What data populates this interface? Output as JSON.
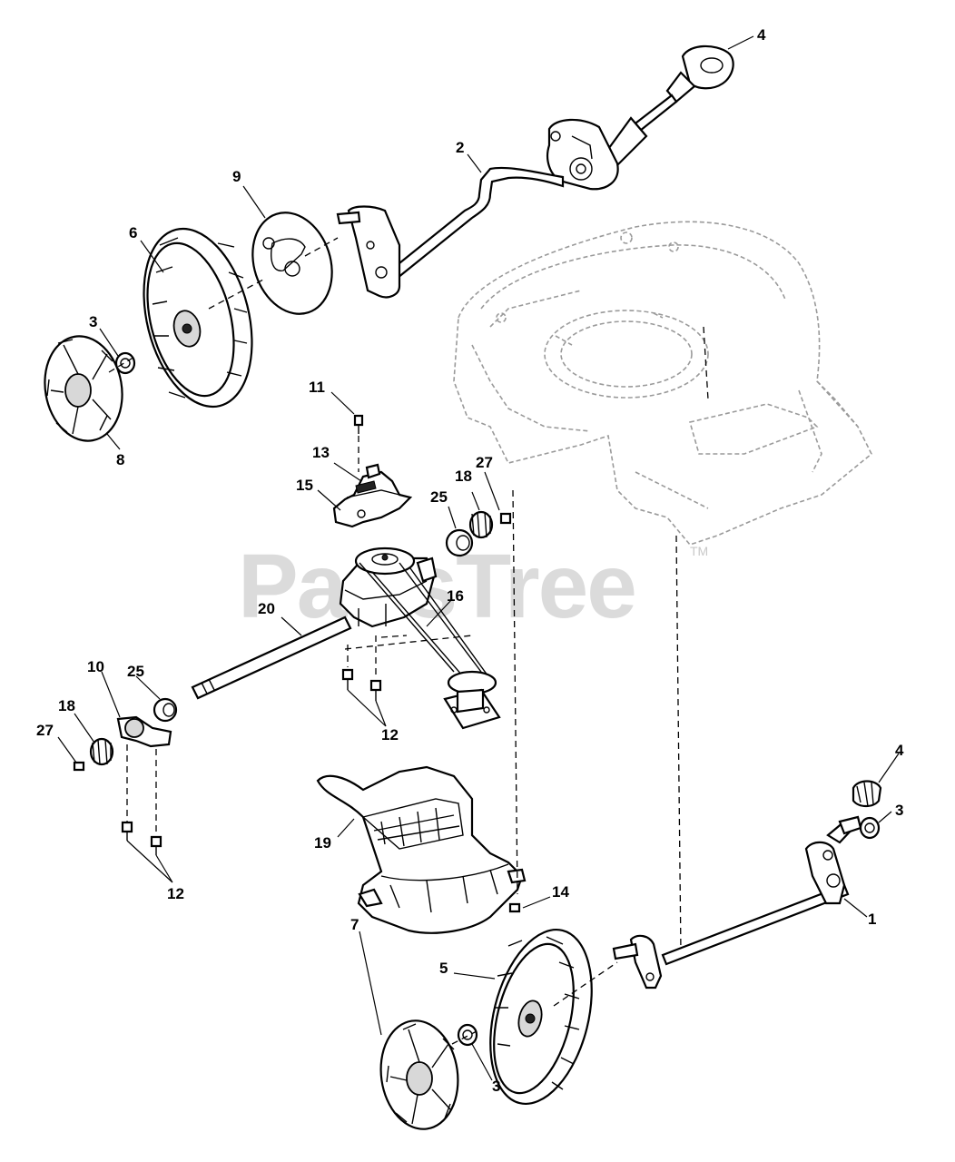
{
  "watermark": {
    "text": "PartsTree",
    "trademark": "TM"
  },
  "callouts": {
    "c1": "1",
    "c2": "2",
    "c3a": "3",
    "c3b": "3",
    "c3c": "3",
    "c4a": "4",
    "c4b": "4",
    "c5": "5",
    "c6": "6",
    "c7": "7",
    "c8": "8",
    "c9": "9",
    "c10": "10",
    "c11": "11",
    "c12a": "12",
    "c12b": "12",
    "c13": "13",
    "c14": "14",
    "c15": "15",
    "c16": "16",
    "c18a": "18",
    "c18b": "18",
    "c19": "19",
    "c20": "20",
    "c25a": "25",
    "c25b": "25",
    "c27a": "27",
    "c27b": "27"
  }
}
